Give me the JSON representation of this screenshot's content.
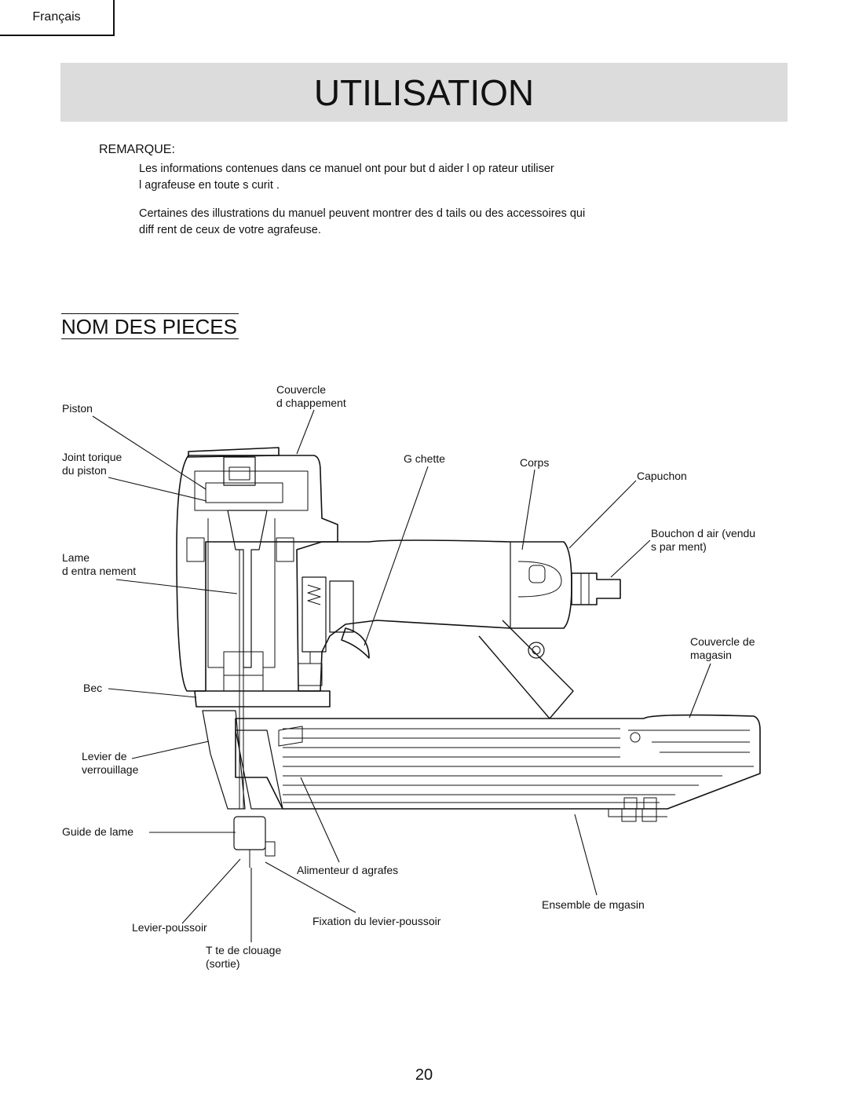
{
  "header": {
    "language_tab": "Français"
  },
  "title": "UTILISATION",
  "remark": {
    "label": "REMARQUE:",
    "paragraphs": [
      "Les informations contenues dans ce manuel ont pour but d     aider l  op  rateur     utiliser\nl agrafeuse en toute s   curit   .",
      "Certaines des illustrations du manuel peuvent montrer des d        tails ou des accessoires qui\ndiff   rent de ceux de votre agrafeuse."
    ]
  },
  "section_title": "NOM DES PIECES",
  "parts": {
    "piston": "Piston",
    "exhaust_cover": "Couvercle\nd   chappement",
    "piston_oring": "Joint torique\ndu piston",
    "trigger": "G  chette",
    "body": "Corps",
    "cap": "Capuchon",
    "air_plug": "Bouchon d  air (vendu\ns  par  ment)",
    "driver_blade": "Lame\nd entra  nement",
    "magazine_cover": "Couvercle de\nmagasin",
    "nose": "Bec",
    "lock_lever": "Levier de\nverrouillage",
    "blade_guide": "Guide de lame",
    "staple_feeder": "Alimenteur d   agrafes",
    "magazine_assembly": "Ensemble de mgasin",
    "push_lever": "Levier-poussoir",
    "push_lever_fixing": "Fixation du levier-poussoir",
    "nailing_head": "T  te de clouage\n(sortie)"
  },
  "page_number": "20"
}
